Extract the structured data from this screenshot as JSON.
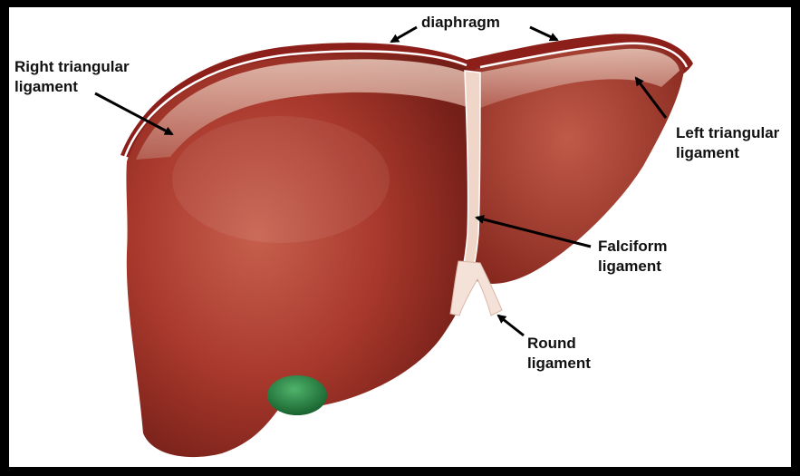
{
  "labels": {
    "diaphragm": "diaphragm",
    "right_triangular": "Right triangular\nligament",
    "left_triangular": "Left triangular\nligament",
    "falciform": "Falciform\nligament",
    "round": "Round\nligament"
  },
  "colors": {
    "frame": "#000000",
    "background": "#ffffff",
    "liver": "#a8382c",
    "liver_highlight": "#c96a55",
    "liver_shadow": "#6e1c16",
    "peritoneum": "#e8c7b8",
    "ligament": "#f2ddd2",
    "gallbladder": "#1f7a3a",
    "arrow": "#000000"
  }
}
